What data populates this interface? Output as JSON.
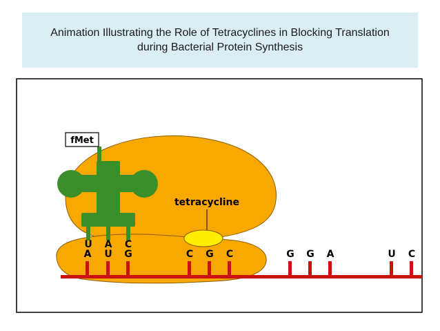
{
  "title": {
    "line1": "Animation Illustrating the Role of Tetracyclines in Blocking Translation",
    "line2": "during Bacterial Protein Synthesis"
  },
  "diagram": {
    "amino_acid_label": "fMet",
    "antibiotic_label": "tetracycline",
    "anticodon": [
      "U",
      "A",
      "C"
    ],
    "mrna_codons": [
      {
        "bases": [
          "A",
          "U",
          "G"
        ]
      },
      {
        "bases": [
          "C",
          "G",
          "C"
        ]
      },
      {
        "bases": [
          "G",
          "G",
          "A"
        ]
      },
      {
        "bases": [
          "U",
          "C"
        ]
      }
    ],
    "colors": {
      "ribosome": "#f9a800",
      "ribosome_outline": "#8a5a00",
      "trna": "#3a8f2a",
      "mrna": "#cc1111",
      "tetracycline": "#ffee00",
      "title_bg": "#daeef3"
    }
  }
}
